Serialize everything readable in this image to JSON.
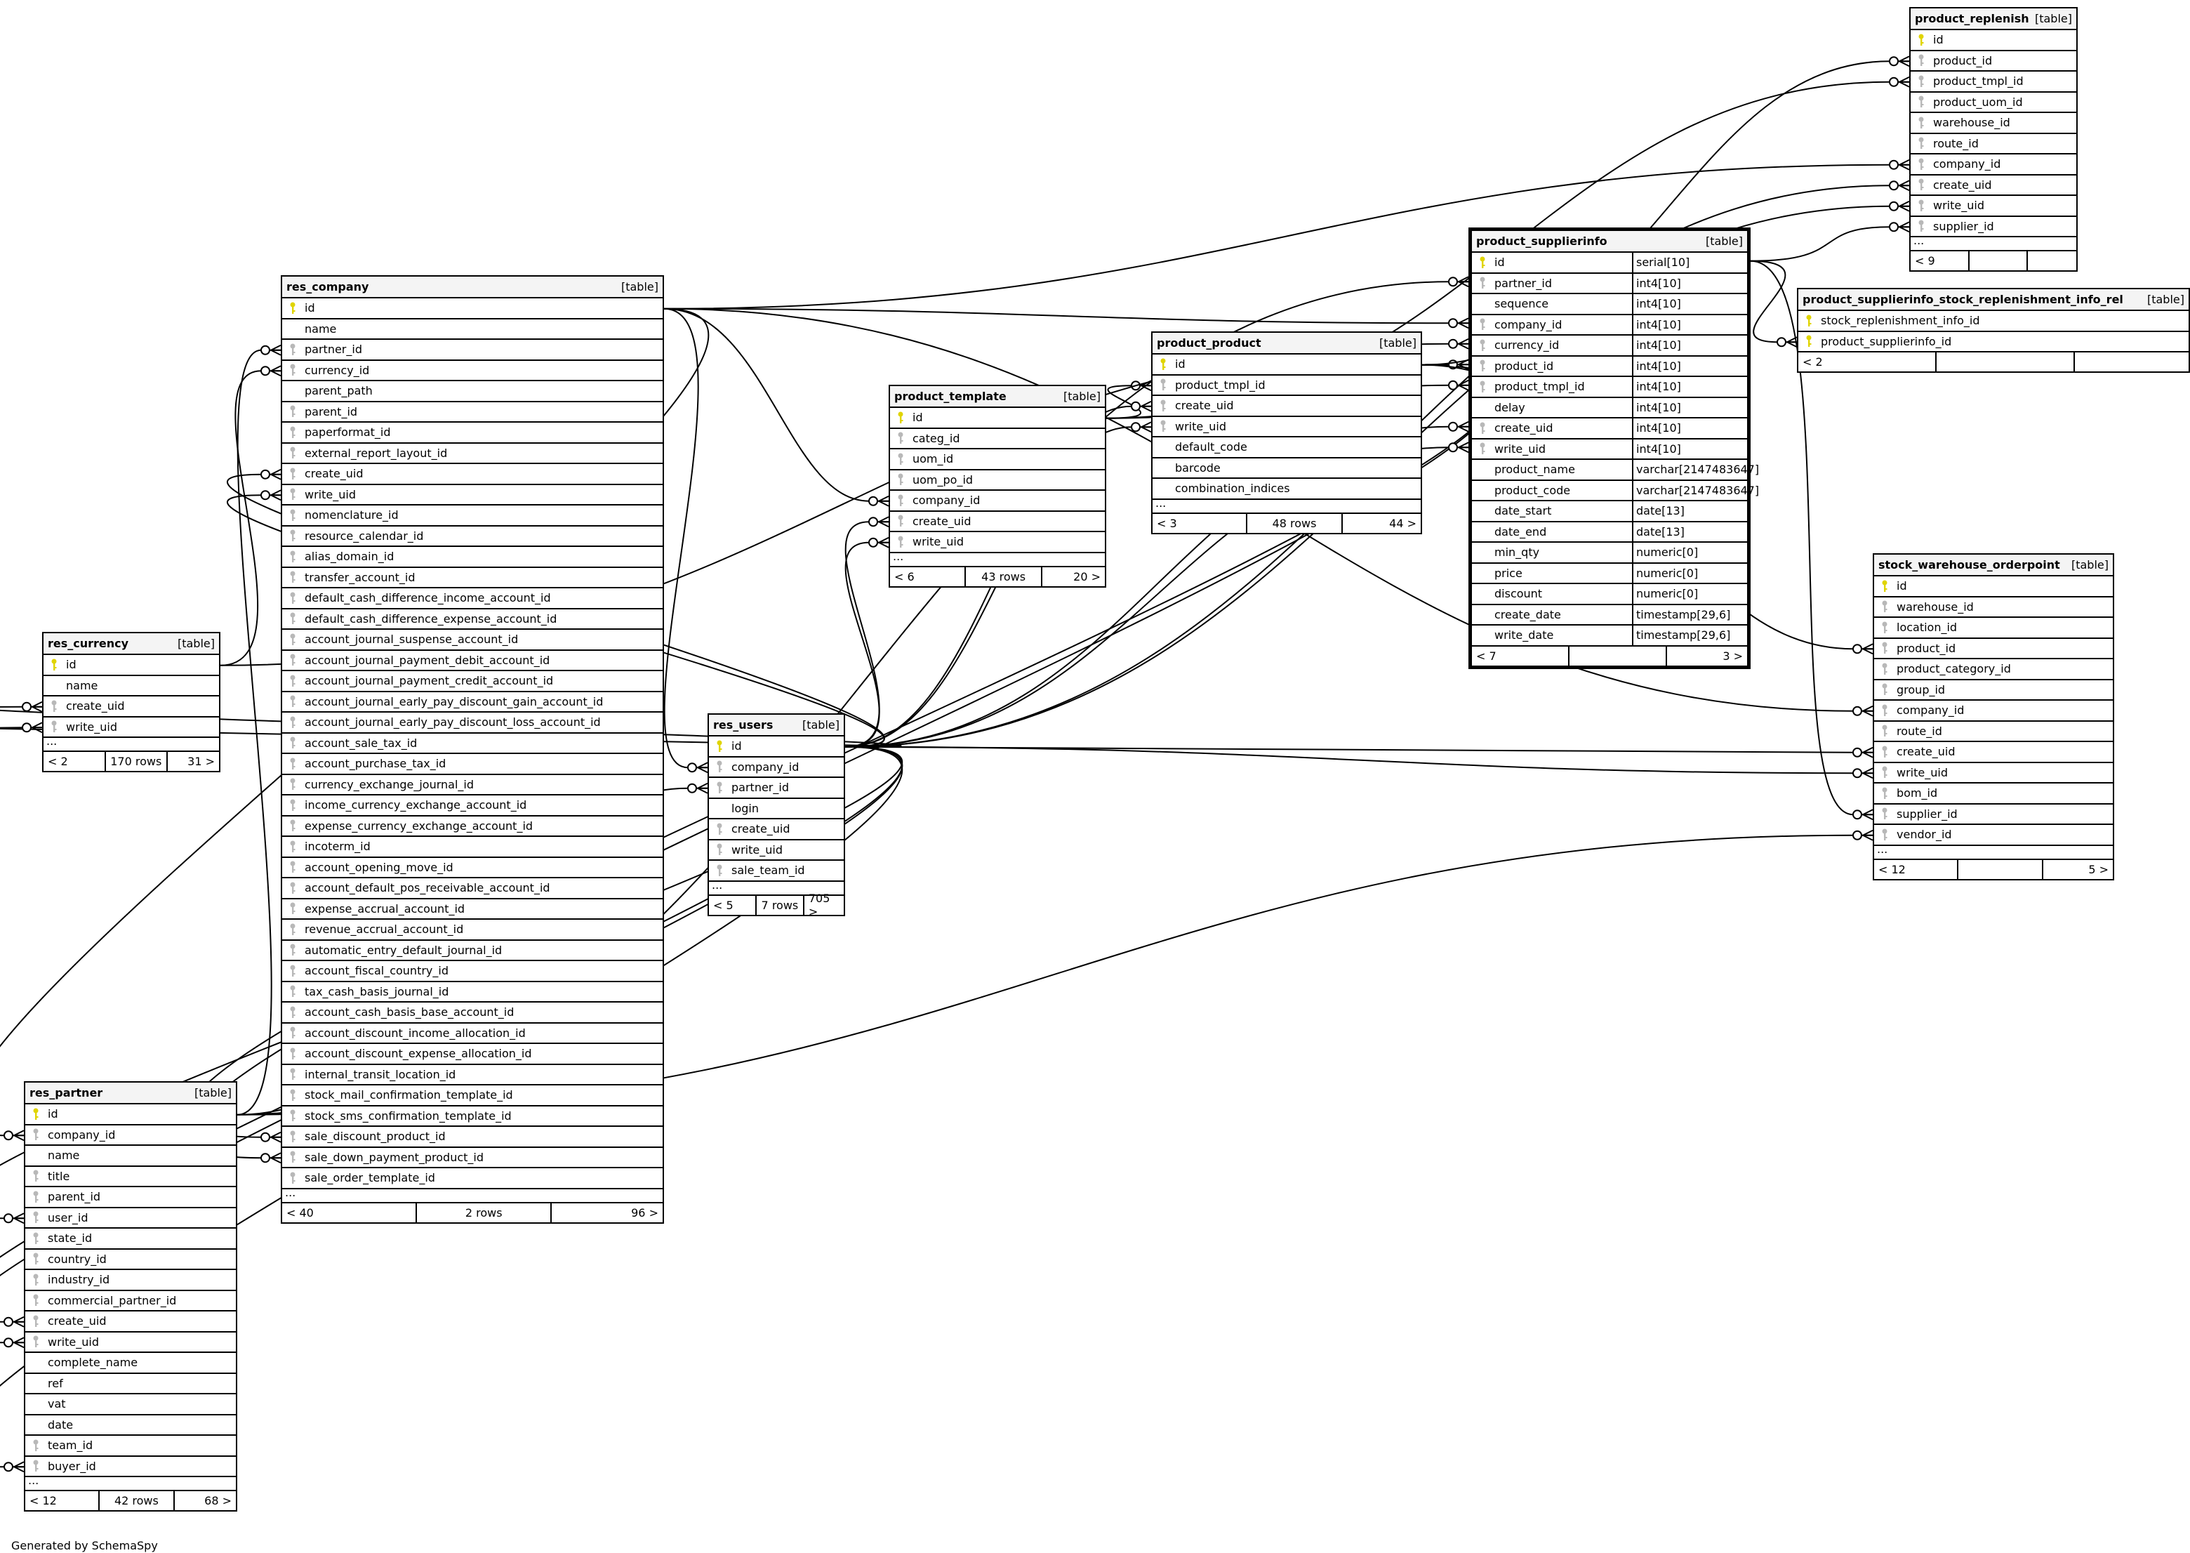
{
  "credit": "Generated by SchemaSpy",
  "table_label": "[table]",
  "colors": {
    "pk_key": "#e0d400",
    "fk_key": "#b8b8b8",
    "header_bg": "#f4f4f4"
  },
  "tables": [
    {
      "name": "res_company",
      "columns": [
        {
          "n": "id",
          "k": "pk"
        },
        {
          "n": "name",
          "k": ""
        },
        {
          "n": "partner_id",
          "k": "fk"
        },
        {
          "n": "currency_id",
          "k": "fk"
        },
        {
          "n": "parent_path",
          "k": ""
        },
        {
          "n": "parent_id",
          "k": "fk"
        },
        {
          "n": "paperformat_id",
          "k": "fk"
        },
        {
          "n": "external_report_layout_id",
          "k": "fk"
        },
        {
          "n": "create_uid",
          "k": "fk"
        },
        {
          "n": "write_uid",
          "k": "fk"
        },
        {
          "n": "nomenclature_id",
          "k": "fk"
        },
        {
          "n": "resource_calendar_id",
          "k": "fk"
        },
        {
          "n": "alias_domain_id",
          "k": "fk"
        },
        {
          "n": "transfer_account_id",
          "k": "fk"
        },
        {
          "n": "default_cash_difference_income_account_id",
          "k": "fk"
        },
        {
          "n": "default_cash_difference_expense_account_id",
          "k": "fk"
        },
        {
          "n": "account_journal_suspense_account_id",
          "k": "fk"
        },
        {
          "n": "account_journal_payment_debit_account_id",
          "k": "fk"
        },
        {
          "n": "account_journal_payment_credit_account_id",
          "k": "fk"
        },
        {
          "n": "account_journal_early_pay_discount_gain_account_id",
          "k": "fk"
        },
        {
          "n": "account_journal_early_pay_discount_loss_account_id",
          "k": "fk"
        },
        {
          "n": "account_sale_tax_id",
          "k": "fk"
        },
        {
          "n": "account_purchase_tax_id",
          "k": "fk"
        },
        {
          "n": "currency_exchange_journal_id",
          "k": "fk"
        },
        {
          "n": "income_currency_exchange_account_id",
          "k": "fk"
        },
        {
          "n": "expense_currency_exchange_account_id",
          "k": "fk"
        },
        {
          "n": "incoterm_id",
          "k": "fk"
        },
        {
          "n": "account_opening_move_id",
          "k": "fk"
        },
        {
          "n": "account_default_pos_receivable_account_id",
          "k": "fk"
        },
        {
          "n": "expense_accrual_account_id",
          "k": "fk"
        },
        {
          "n": "revenue_accrual_account_id",
          "k": "fk"
        },
        {
          "n": "automatic_entry_default_journal_id",
          "k": "fk"
        },
        {
          "n": "account_fiscal_country_id",
          "k": "fk"
        },
        {
          "n": "tax_cash_basis_journal_id",
          "k": "fk"
        },
        {
          "n": "account_cash_basis_base_account_id",
          "k": "fk"
        },
        {
          "n": "account_discount_income_allocation_id",
          "k": "fk"
        },
        {
          "n": "account_discount_expense_allocation_id",
          "k": "fk"
        },
        {
          "n": "internal_transit_location_id",
          "k": "fk"
        },
        {
          "n": "stock_mail_confirmation_template_id",
          "k": "fk"
        },
        {
          "n": "stock_sms_confirmation_template_id",
          "k": "fk"
        },
        {
          "n": "sale_discount_product_id",
          "k": "fk"
        },
        {
          "n": "sale_down_payment_product_id",
          "k": "fk"
        },
        {
          "n": "sale_order_template_id",
          "k": "fk"
        }
      ],
      "ellipsis": "...",
      "footer": [
        "< 40",
        "2 rows",
        "96 >"
      ]
    },
    {
      "name": "res_currency",
      "columns": [
        {
          "n": "id",
          "k": "pk"
        },
        {
          "n": "name",
          "k": ""
        },
        {
          "n": "create_uid",
          "k": "fk"
        },
        {
          "n": "write_uid",
          "k": "fk"
        }
      ],
      "ellipsis": "...",
      "footer": [
        "< 2",
        "170 rows",
        "31 >"
      ]
    },
    {
      "name": "res_partner",
      "columns": [
        {
          "n": "id",
          "k": "pk"
        },
        {
          "n": "company_id",
          "k": "fk"
        },
        {
          "n": "name",
          "k": ""
        },
        {
          "n": "title",
          "k": "fk"
        },
        {
          "n": "parent_id",
          "k": "fk"
        },
        {
          "n": "user_id",
          "k": "fk"
        },
        {
          "n": "state_id",
          "k": "fk"
        },
        {
          "n": "country_id",
          "k": "fk"
        },
        {
          "n": "industry_id",
          "k": "fk"
        },
        {
          "n": "commercial_partner_id",
          "k": "fk"
        },
        {
          "n": "create_uid",
          "k": "fk"
        },
        {
          "n": "write_uid",
          "k": "fk"
        },
        {
          "n": "complete_name",
          "k": ""
        },
        {
          "n": "ref",
          "k": ""
        },
        {
          "n": "vat",
          "k": ""
        },
        {
          "n": "date",
          "k": ""
        },
        {
          "n": "team_id",
          "k": "fk"
        },
        {
          "n": "buyer_id",
          "k": "fk"
        }
      ],
      "ellipsis": "...",
      "footer": [
        "< 12",
        "42 rows",
        "68 >"
      ]
    },
    {
      "name": "res_users",
      "columns": [
        {
          "n": "id",
          "k": "pk"
        },
        {
          "n": "company_id",
          "k": "fk"
        },
        {
          "n": "partner_id",
          "k": "fk"
        },
        {
          "n": "login",
          "k": ""
        },
        {
          "n": "create_uid",
          "k": "fk"
        },
        {
          "n": "write_uid",
          "k": "fk"
        },
        {
          "n": "sale_team_id",
          "k": "fk"
        }
      ],
      "ellipsis": "...",
      "footer": [
        "< 5",
        "7 rows",
        "705 >"
      ]
    },
    {
      "name": "product_template",
      "columns": [
        {
          "n": "id",
          "k": "pk"
        },
        {
          "n": "categ_id",
          "k": "fk"
        },
        {
          "n": "uom_id",
          "k": "fk"
        },
        {
          "n": "uom_po_id",
          "k": "fk"
        },
        {
          "n": "company_id",
          "k": "fk"
        },
        {
          "n": "create_uid",
          "k": "fk"
        },
        {
          "n": "write_uid",
          "k": "fk"
        }
      ],
      "ellipsis": "...",
      "footer": [
        "< 6",
        "43 rows",
        "20 >"
      ]
    },
    {
      "name": "product_product",
      "columns": [
        {
          "n": "id",
          "k": "pk"
        },
        {
          "n": "product_tmpl_id",
          "k": "fk"
        },
        {
          "n": "create_uid",
          "k": "fk"
        },
        {
          "n": "write_uid",
          "k": "fk"
        },
        {
          "n": "default_code",
          "k": ""
        },
        {
          "n": "barcode",
          "k": ""
        },
        {
          "n": "combination_indices",
          "k": ""
        }
      ],
      "ellipsis": "...",
      "footer": [
        "< 3",
        "48 rows",
        "44 >"
      ]
    },
    {
      "name": "product_supplierinfo",
      "focus": true,
      "columns": [
        {
          "n": "id",
          "k": "pk",
          "t": "serial[10]"
        },
        {
          "n": "partner_id",
          "k": "fk",
          "t": "int4[10]"
        },
        {
          "n": "sequence",
          "k": "",
          "t": "int4[10]"
        },
        {
          "n": "company_id",
          "k": "fk",
          "t": "int4[10]"
        },
        {
          "n": "currency_id",
          "k": "fk",
          "t": "int4[10]"
        },
        {
          "n": "product_id",
          "k": "fk",
          "t": "int4[10]"
        },
        {
          "n": "product_tmpl_id",
          "k": "fk",
          "t": "int4[10]"
        },
        {
          "n": "delay",
          "k": "",
          "t": "int4[10]"
        },
        {
          "n": "create_uid",
          "k": "fk",
          "t": "int4[10]"
        },
        {
          "n": "write_uid",
          "k": "fk",
          "t": "int4[10]"
        },
        {
          "n": "product_name",
          "k": "",
          "t": "varchar[2147483647]"
        },
        {
          "n": "product_code",
          "k": "",
          "t": "varchar[2147483647]"
        },
        {
          "n": "date_start",
          "k": "",
          "t": "date[13]"
        },
        {
          "n": "date_end",
          "k": "",
          "t": "date[13]"
        },
        {
          "n": "min_qty",
          "k": "",
          "t": "numeric[0]"
        },
        {
          "n": "price",
          "k": "",
          "t": "numeric[0]"
        },
        {
          "n": "discount",
          "k": "",
          "t": "numeric[0]"
        },
        {
          "n": "create_date",
          "k": "",
          "t": "timestamp[29,6]"
        },
        {
          "n": "write_date",
          "k": "",
          "t": "timestamp[29,6]"
        }
      ],
      "footer": [
        "< 7",
        "",
        "3 >"
      ]
    },
    {
      "name": "product_replenish",
      "columns": [
        {
          "n": "id",
          "k": "pk"
        },
        {
          "n": "product_id",
          "k": "fk"
        },
        {
          "n": "product_tmpl_id",
          "k": "fk"
        },
        {
          "n": "product_uom_id",
          "k": "fk"
        },
        {
          "n": "warehouse_id",
          "k": "fk"
        },
        {
          "n": "route_id",
          "k": "fk"
        },
        {
          "n": "company_id",
          "k": "fk"
        },
        {
          "n": "create_uid",
          "k": "fk"
        },
        {
          "n": "write_uid",
          "k": "fk"
        },
        {
          "n": "supplier_id",
          "k": "fk"
        }
      ],
      "ellipsis": "...",
      "footer": [
        "< 9",
        "",
        ""
      ]
    },
    {
      "name": "product_supplierinfo_stock_replenishment_info_rel",
      "columns": [
        {
          "n": "stock_replenishment_info_id",
          "k": "pk"
        },
        {
          "n": "product_supplierinfo_id",
          "k": "pk"
        }
      ],
      "footer": [
        "< 2",
        "",
        ""
      ]
    },
    {
      "name": "stock_warehouse_orderpoint",
      "columns": [
        {
          "n": "id",
          "k": "pk"
        },
        {
          "n": "warehouse_id",
          "k": "fk"
        },
        {
          "n": "location_id",
          "k": "fk"
        },
        {
          "n": "product_id",
          "k": "fk"
        },
        {
          "n": "product_category_id",
          "k": "fk"
        },
        {
          "n": "group_id",
          "k": "fk"
        },
        {
          "n": "company_id",
          "k": "fk"
        },
        {
          "n": "route_id",
          "k": "fk"
        },
        {
          "n": "create_uid",
          "k": "fk"
        },
        {
          "n": "write_uid",
          "k": "fk"
        },
        {
          "n": "bom_id",
          "k": "fk"
        },
        {
          "n": "supplier_id",
          "k": "fk"
        },
        {
          "n": "vendor_id",
          "k": "fk"
        }
      ],
      "ellipsis": "...",
      "footer": [
        "< 12",
        "",
        "5 >"
      ]
    }
  ],
  "relationships": [
    [
      "res_company",
      "partner_id",
      "res_partner"
    ],
    [
      "res_company",
      "currency_id",
      "res_currency"
    ],
    [
      "res_company",
      "create_uid",
      "res_users"
    ],
    [
      "res_company",
      "write_uid",
      "res_users"
    ],
    [
      "res_company",
      "sale_discount_product_id",
      "product_product"
    ],
    [
      "res_company",
      "sale_down_payment_product_id",
      "product_product"
    ],
    [
      "res_currency",
      "create_uid",
      "res_users"
    ],
    [
      "res_currency",
      "write_uid",
      "res_users"
    ],
    [
      "res_partner",
      "company_id",
      "res_company"
    ],
    [
      "res_partner",
      "user_id",
      "res_users"
    ],
    [
      "res_partner",
      "create_uid",
      "res_users"
    ],
    [
      "res_partner",
      "write_uid",
      "res_users"
    ],
    [
      "res_partner",
      "buyer_id",
      "res_users"
    ],
    [
      "res_users",
      "company_id",
      "res_company"
    ],
    [
      "res_users",
      "partner_id",
      "res_partner"
    ],
    [
      "product_template",
      "company_id",
      "res_company"
    ],
    [
      "product_template",
      "create_uid",
      "res_users"
    ],
    [
      "product_template",
      "write_uid",
      "res_users"
    ],
    [
      "product_product",
      "product_tmpl_id",
      "product_template"
    ],
    [
      "product_product",
      "create_uid",
      "res_users"
    ],
    [
      "product_product",
      "write_uid",
      "res_users"
    ],
    [
      "product_supplierinfo",
      "partner_id",
      "res_partner"
    ],
    [
      "product_supplierinfo",
      "company_id",
      "res_company"
    ],
    [
      "product_supplierinfo",
      "currency_id",
      "res_currency"
    ],
    [
      "product_supplierinfo",
      "product_id",
      "product_product"
    ],
    [
      "product_supplierinfo",
      "product_tmpl_id",
      "product_template"
    ],
    [
      "product_supplierinfo",
      "create_uid",
      "res_users"
    ],
    [
      "product_supplierinfo",
      "write_uid",
      "res_users"
    ],
    [
      "product_replenish",
      "product_id",
      "product_product"
    ],
    [
      "product_replenish",
      "product_tmpl_id",
      "product_template"
    ],
    [
      "product_replenish",
      "company_id",
      "res_company"
    ],
    [
      "product_replenish",
      "create_uid",
      "res_users"
    ],
    [
      "product_replenish",
      "write_uid",
      "res_users"
    ],
    [
      "product_replenish",
      "supplier_id",
      "product_supplierinfo"
    ],
    [
      "product_supplierinfo_stock_replenishment_info_rel",
      "product_supplierinfo_id",
      "product_supplierinfo"
    ],
    [
      "stock_warehouse_orderpoint",
      "product_id",
      "product_product"
    ],
    [
      "stock_warehouse_orderpoint",
      "company_id",
      "res_company"
    ],
    [
      "stock_warehouse_orderpoint",
      "create_uid",
      "res_users"
    ],
    [
      "stock_warehouse_orderpoint",
      "write_uid",
      "res_users"
    ],
    [
      "stock_warehouse_orderpoint",
      "supplier_id",
      "product_supplierinfo"
    ],
    [
      "stock_warehouse_orderpoint",
      "vendor_id",
      "res_partner"
    ]
  ]
}
